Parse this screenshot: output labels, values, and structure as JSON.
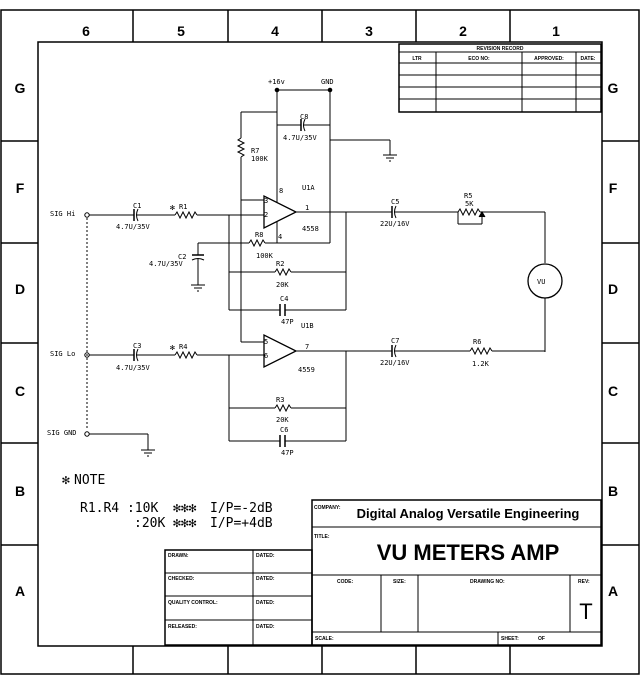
{
  "zones": {
    "cols": [
      "6",
      "5",
      "4",
      "3",
      "2",
      "1"
    ],
    "rows": [
      "G",
      "F",
      "D",
      "C",
      "B",
      "A"
    ]
  },
  "revision": {
    "header": "REVISION RECORD",
    "cols": [
      "LTR",
      "ECO NO:",
      "APPROVED:",
      "DATE:"
    ]
  },
  "schematic": {
    "rails": {
      "vplus": "+16v",
      "gnd": "GND"
    },
    "inputs": {
      "hi": "SIG Hi",
      "lo": "SIG Lo",
      "gnd": "SIG GND"
    },
    "components": {
      "c1": {
        "ref": "C1",
        "value": "4.7U/35V"
      },
      "r1": {
        "ref": "R1"
      },
      "c2": {
        "ref": "C2",
        "value": "4.7U/35V"
      },
      "c3": {
        "ref": "C3",
        "value": "4.7U/35V"
      },
      "r4": {
        "ref": "R4"
      },
      "c8": {
        "ref": "C8",
        "value": "4.7U/35V"
      },
      "r7": {
        "ref": "R7",
        "value": "100K"
      },
      "r8": {
        "ref": "R8",
        "value": "100K"
      },
      "r2": {
        "ref": "R2",
        "value": "20K"
      },
      "c4": {
        "ref": "C4",
        "value": "47P"
      },
      "u1a": {
        "ref": "U1A",
        "part": "4558"
      },
      "u1b": {
        "ref": "U1B",
        "part": "4559"
      },
      "c5": {
        "ref": "C5",
        "value": "22U/16V"
      },
      "r5": {
        "ref": "R5",
        "value": "5K"
      },
      "c7": {
        "ref": "C7",
        "value": "22U/16V"
      },
      "r6": {
        "ref": "R6",
        "value": "1.2K"
      },
      "r3": {
        "ref": "R3",
        "value": "20K"
      },
      "c6": {
        "ref": "C6",
        "value": "47P"
      },
      "meter": "VU"
    },
    "pins": {
      "p1": "1",
      "p2": "2",
      "p3": "3",
      "p4": "4",
      "p5": "5",
      "p6": "6",
      "p7": "7",
      "p8": "8"
    }
  },
  "note": {
    "heading": "NOTE",
    "line1": "R1.R4 :10K",
    "line1b": "I/P=-2dB",
    "line2": ":20K",
    "line2b": "I/P=+4dB",
    "star": "✻",
    "stars": "✻✻✻"
  },
  "titleblock": {
    "company_label": "COMPANY:",
    "company": "Digital Analog Versatile Engineering",
    "title_label": "TITLE:",
    "title": "VU METERS AMP",
    "drawn": "DRAWN:",
    "checked": "CHECKED:",
    "quality": "QUALITY CONTROL:",
    "released": "RELEASED:",
    "dated": "DATED:",
    "code": "CODE:",
    "size": "SIZE:",
    "drawing_no": "DRAWING NO:",
    "rev_label": "REV:",
    "rev": "T",
    "scale": "SCALE:",
    "sheet": "SHEET:",
    "of": "OF"
  }
}
